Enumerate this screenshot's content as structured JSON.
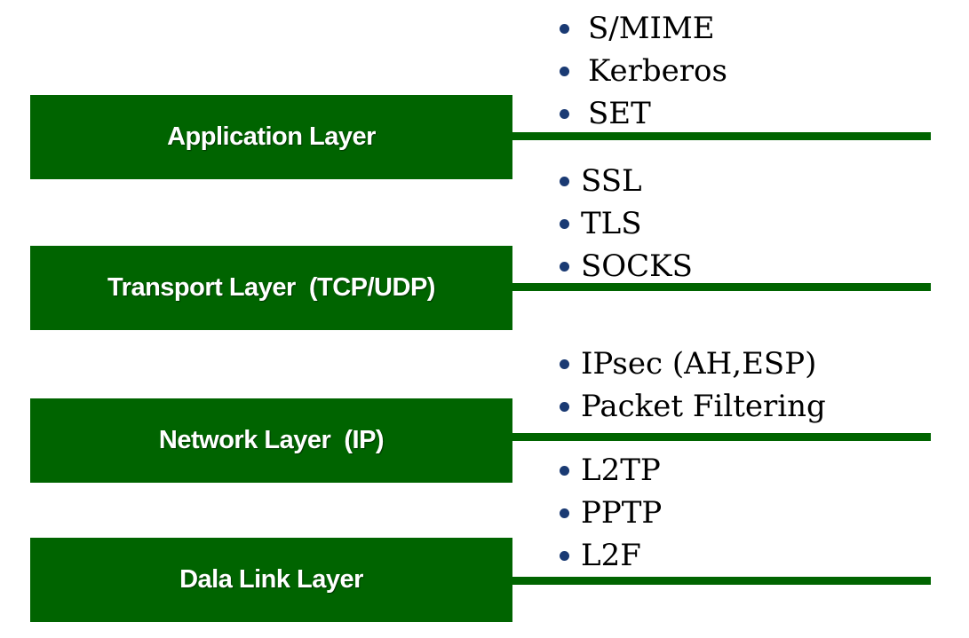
{
  "layers": [
    {
      "label": "Application Layer",
      "protocols": [
        "S/MIME",
        "Kerberos",
        "SET"
      ]
    },
    {
      "label": "Transport Layer  (TCP/UDP)",
      "protocols": [
        "SSL",
        "TLS",
        "SOCKS"
      ]
    },
    {
      "label": "Network Layer  (IP)",
      "protocols": [
        "IPsec (AH,ESP)",
        "Packet Filtering"
      ]
    },
    {
      "label": "Dala Link Layer",
      "protocols": [
        "L2TP",
        "PPTP",
        "L2F"
      ]
    }
  ],
  "colors": {
    "layer_fill": "#006400",
    "bullet": "#1a3a73"
  }
}
